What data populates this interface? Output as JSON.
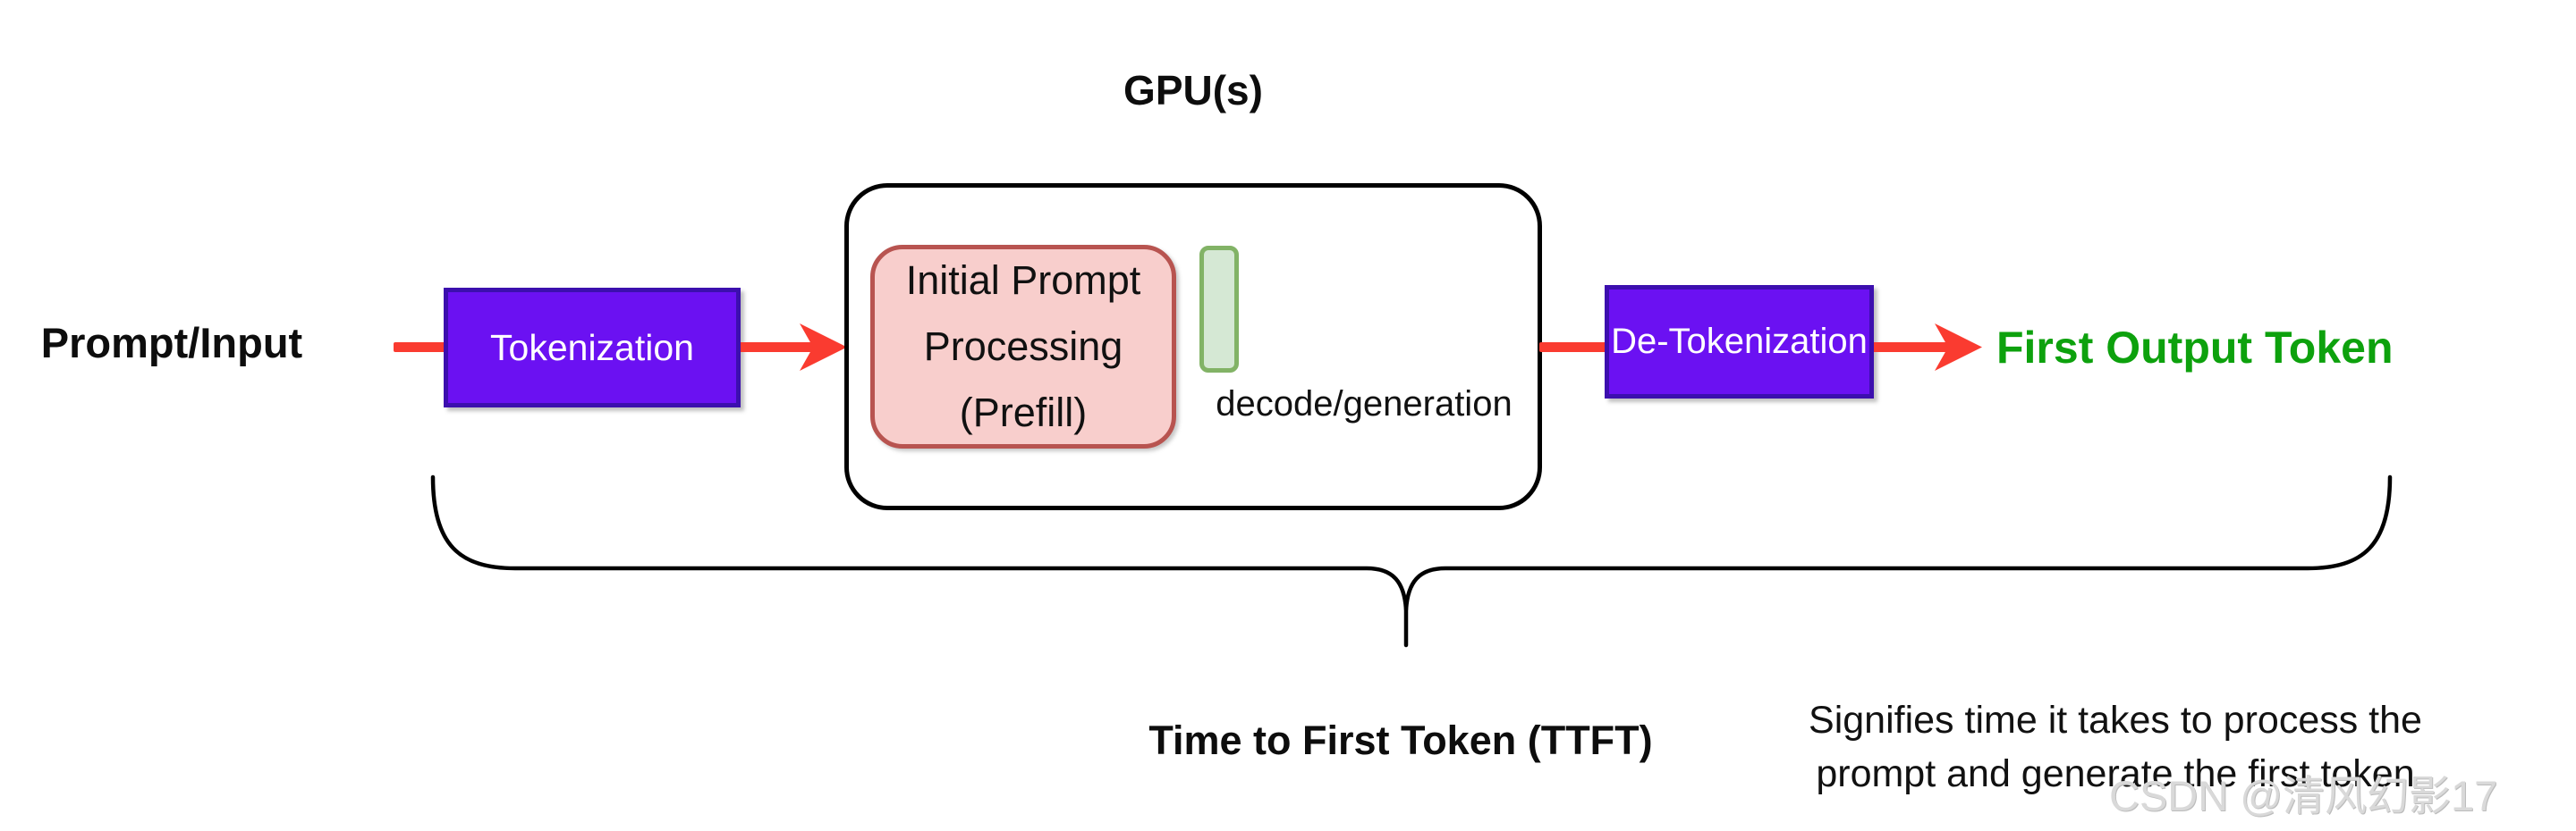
{
  "flow": {
    "input_label": "Prompt/Input",
    "tokenization_label": "Tokenization",
    "gpu": {
      "title": "GPU(s)",
      "prefill_label": "Initial Prompt\nProcessing\n(Prefill)",
      "decode_label": "decode/generation"
    },
    "detokenization_label": "De-Tokenization",
    "output_label": "First Output Token"
  },
  "annotation": {
    "ttft_label": "Time to First Token (TTFT)",
    "ttft_description": "Signifies time it takes to process the\nprompt and generate the first token"
  },
  "watermark": "CSDN @清风幻影17",
  "colors": {
    "process_box_fill": "#6b11f2",
    "process_box_border": "#3c0fae",
    "process_box_text": "#ffffff",
    "prefill_fill": "#f8cecc",
    "prefill_border": "#b85450",
    "decode_bar_fill": "#d5e8d4",
    "decode_bar_border": "#82b366",
    "arrow_red": "#fa3b30",
    "output_text_green": "#0da10d",
    "container_stroke": "#000000",
    "watermark_gray": "#d9d9d9"
  }
}
